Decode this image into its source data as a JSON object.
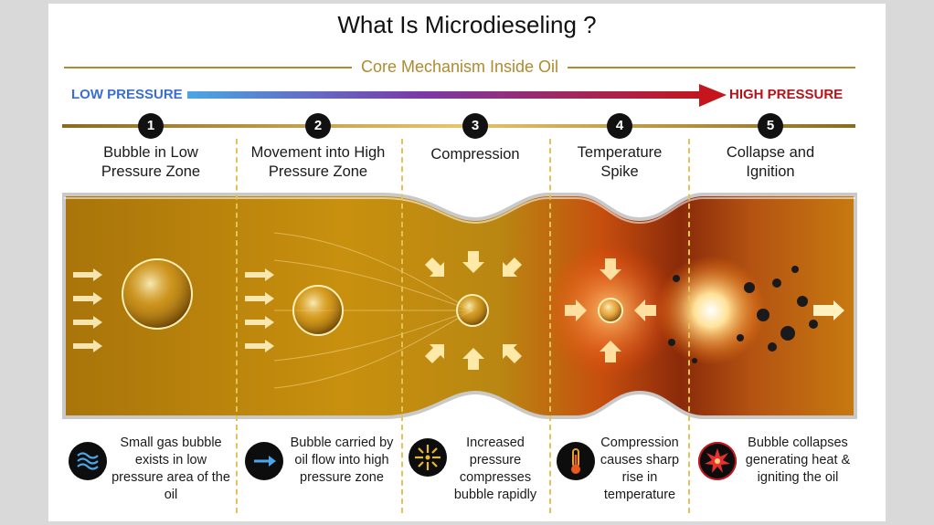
{
  "title": "What Is Microdieseling ?",
  "subtitle": "Core Mechanism Inside Oil",
  "pressure": {
    "low": "LOW PRESSURE",
    "high": "HIGH PRESSURE"
  },
  "stages": [
    {
      "number": "1",
      "title": "Bubble in Low Pressure Zone",
      "description": "Small gas bubble exists in low pressure area of the oil",
      "icon": "waves-icon"
    },
    {
      "number": "2",
      "title": "Movement into High Pressure Zone",
      "description": "Bubble carried by oil flow into high pressure zone",
      "icon": "arrow-right-icon"
    },
    {
      "number": "3",
      "title": "Compression",
      "description": "Increased pressure compresses bubble rapidly",
      "icon": "compress-arrows-icon"
    },
    {
      "number": "4",
      "title": "Temperature Spike",
      "description": "Compression causes sharp rise in temperature",
      "icon": "thermometer-icon"
    },
    {
      "number": "5",
      "title": "Collapse and Ignition",
      "description": "Bubble collapses generating heat & igniting the oil",
      "icon": "explosion-icon"
    }
  ],
  "colors": {
    "low": "#3a6fcf",
    "high": "#b3141b",
    "gold": "#b08a2e",
    "oil": "#c8900e"
  }
}
